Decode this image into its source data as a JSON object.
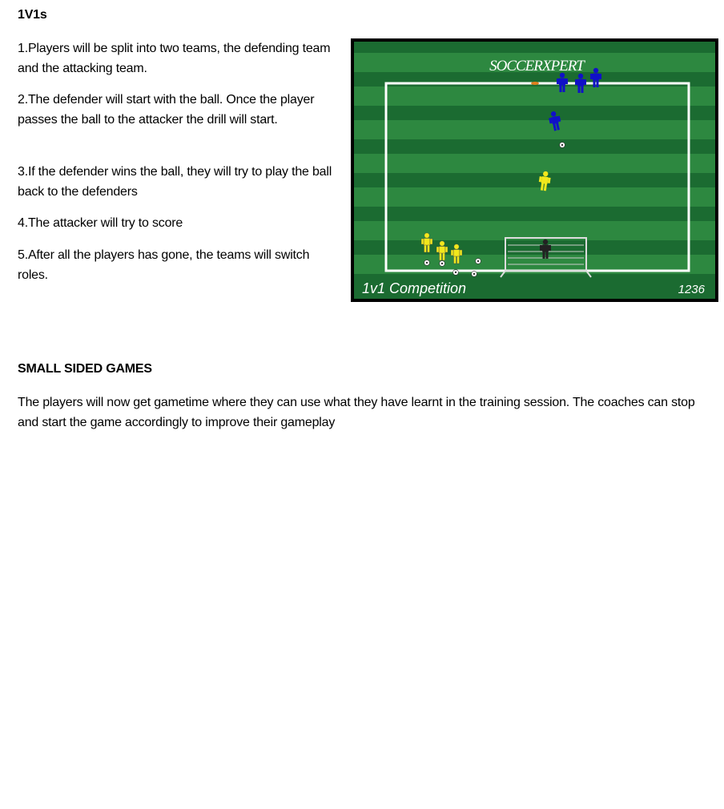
{
  "section_1v1": {
    "heading": "1V1s",
    "steps": [
      "1.Players will be split into two teams, the defending team and the attacking team.",
      "2.The defender will start with the ball. Once the player passes the ball to the attacker the drill will start.",
      "3.If the defender wins the ball, they will try to play the ball back to the defenders",
      "4.The attacker will try to score",
      "5.After all the players has gone, the teams will switch roles."
    ]
  },
  "diagram": {
    "logo": "SOCCERXPERT",
    "caption": "1v1 Competition",
    "number": "1236",
    "colors": {
      "pitch_dark": "#1b6b31",
      "pitch_light": "#2d8840",
      "lines": "#ffffff",
      "defenders": "#1010c8",
      "attackers": "#f2e81c",
      "goalkeeper": "#222222"
    }
  },
  "section_ssg": {
    "heading": "SMALL SIDED GAMES",
    "text": "The players will now get gametime where they can use what they have learnt in the training session. The coaches can stop and start the game accordingly to improve their gameplay"
  }
}
